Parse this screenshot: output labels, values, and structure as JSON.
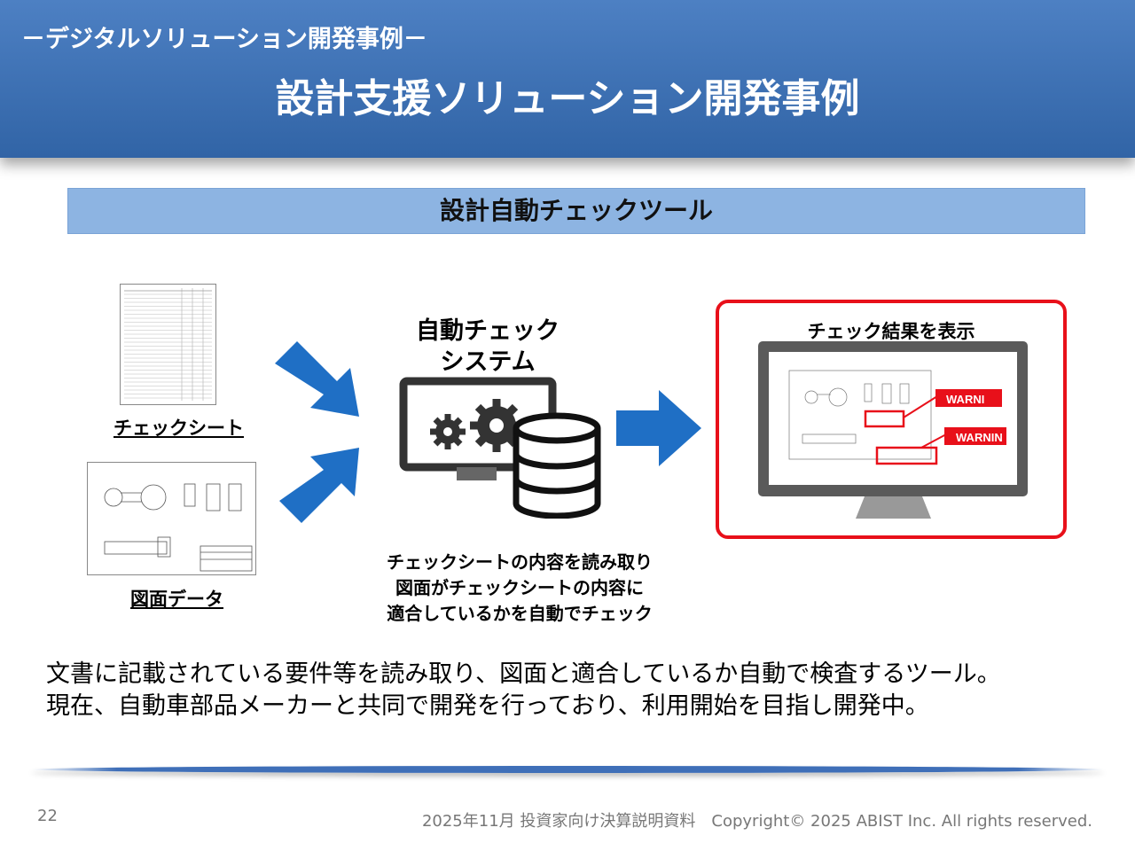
{
  "header": {
    "subtitle": "－デジタルソリューション開発事例－",
    "title": "設計支援ソリューション開発事例"
  },
  "section": {
    "title": "設計自動チェックツール"
  },
  "diagram": {
    "input1_label": "チェックシート",
    "input2_label": "図面データ",
    "system_line1": "自動チェック",
    "system_line2": "システム",
    "caption": [
      "チェックシートの内容を読み取り",
      "図面がチェックシートの内容に",
      "適合しているかを自動でチェック"
    ],
    "result_title": "チェック結果を表示",
    "warning1": "WARNI",
    "warning2": "WARNIN",
    "arrow_color": "#1f6fc5",
    "highlight_color": "#e8101a"
  },
  "body": [
    "文書に記載されている要件等を読み取り、図面と適合しているか自動で検査するツール。",
    "現在、自動車部品メーカーと共同で開発を行っており、利用開始を目指し開発中。"
  ],
  "footer": {
    "page": "22",
    "text": "2025年11月 投資家向け決算説明資料　Copyright© 2025 ABIST Inc. All rights reserved."
  }
}
